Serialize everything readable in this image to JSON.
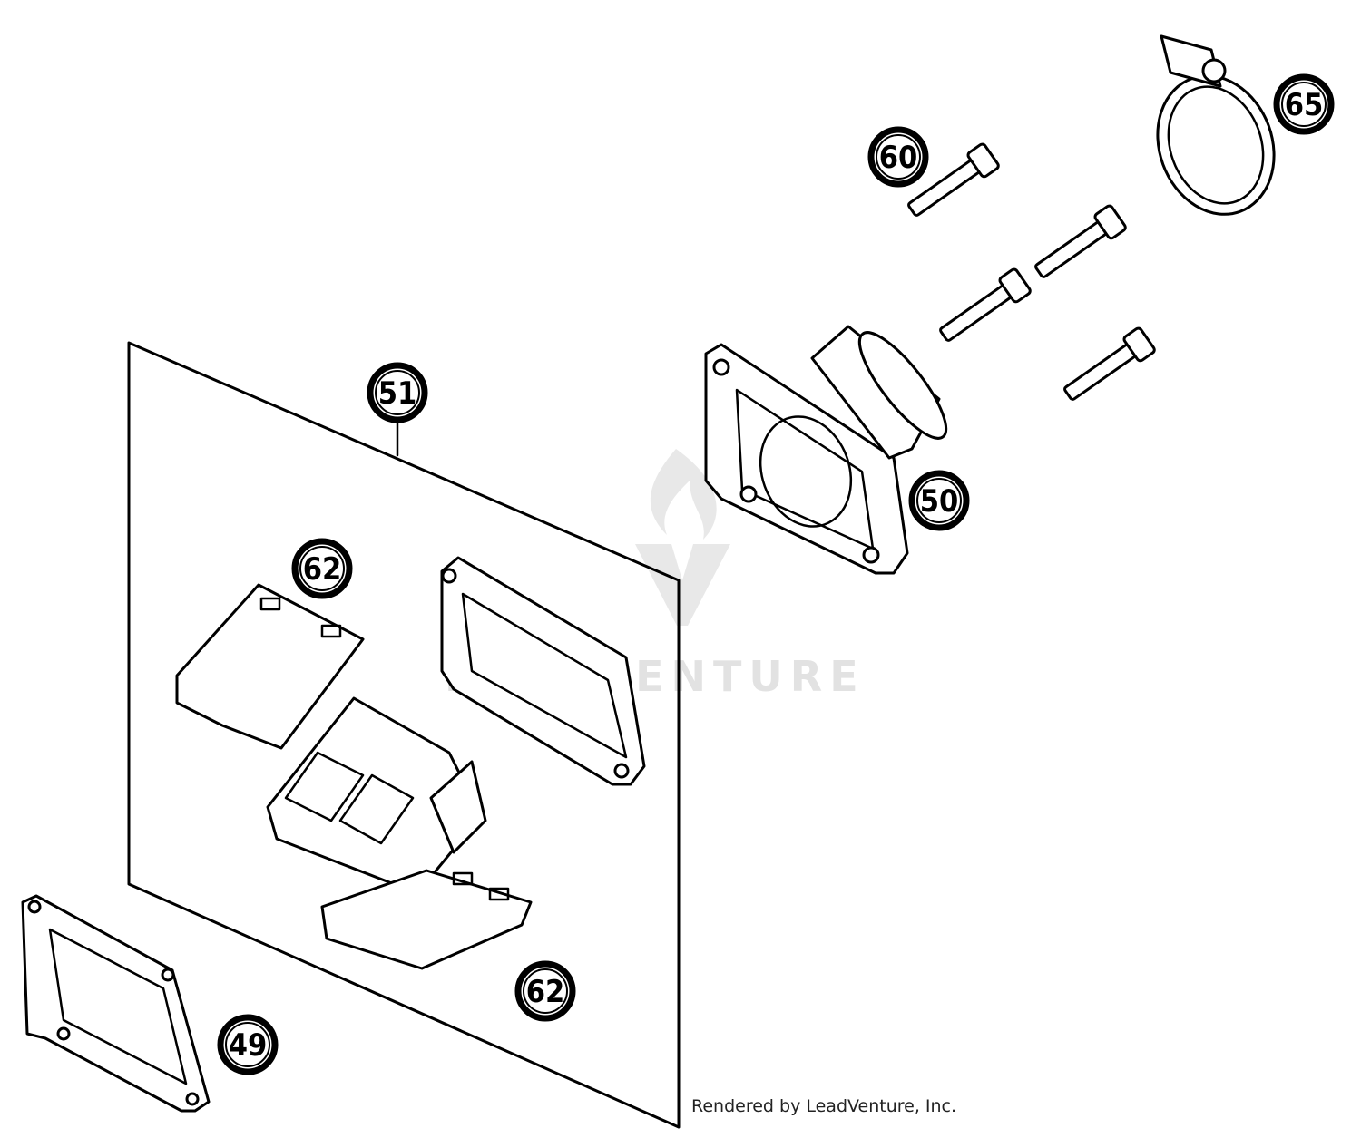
{
  "callouts": [
    {
      "label": "65",
      "part": "hose-clamp"
    },
    {
      "label": "60",
      "part": "bolt"
    },
    {
      "label": "51",
      "part": "reed-valve-assembly"
    },
    {
      "label": "50",
      "part": "intake-manifold"
    },
    {
      "label": "62",
      "part": "reed-petal-upper"
    },
    {
      "label": "62",
      "part": "reed-petal-lower"
    },
    {
      "label": "49",
      "part": "gasket"
    }
  ],
  "watermark": {
    "text": "LEADVENTURE"
  },
  "credit": "Rendered by LeadVenture, Inc."
}
